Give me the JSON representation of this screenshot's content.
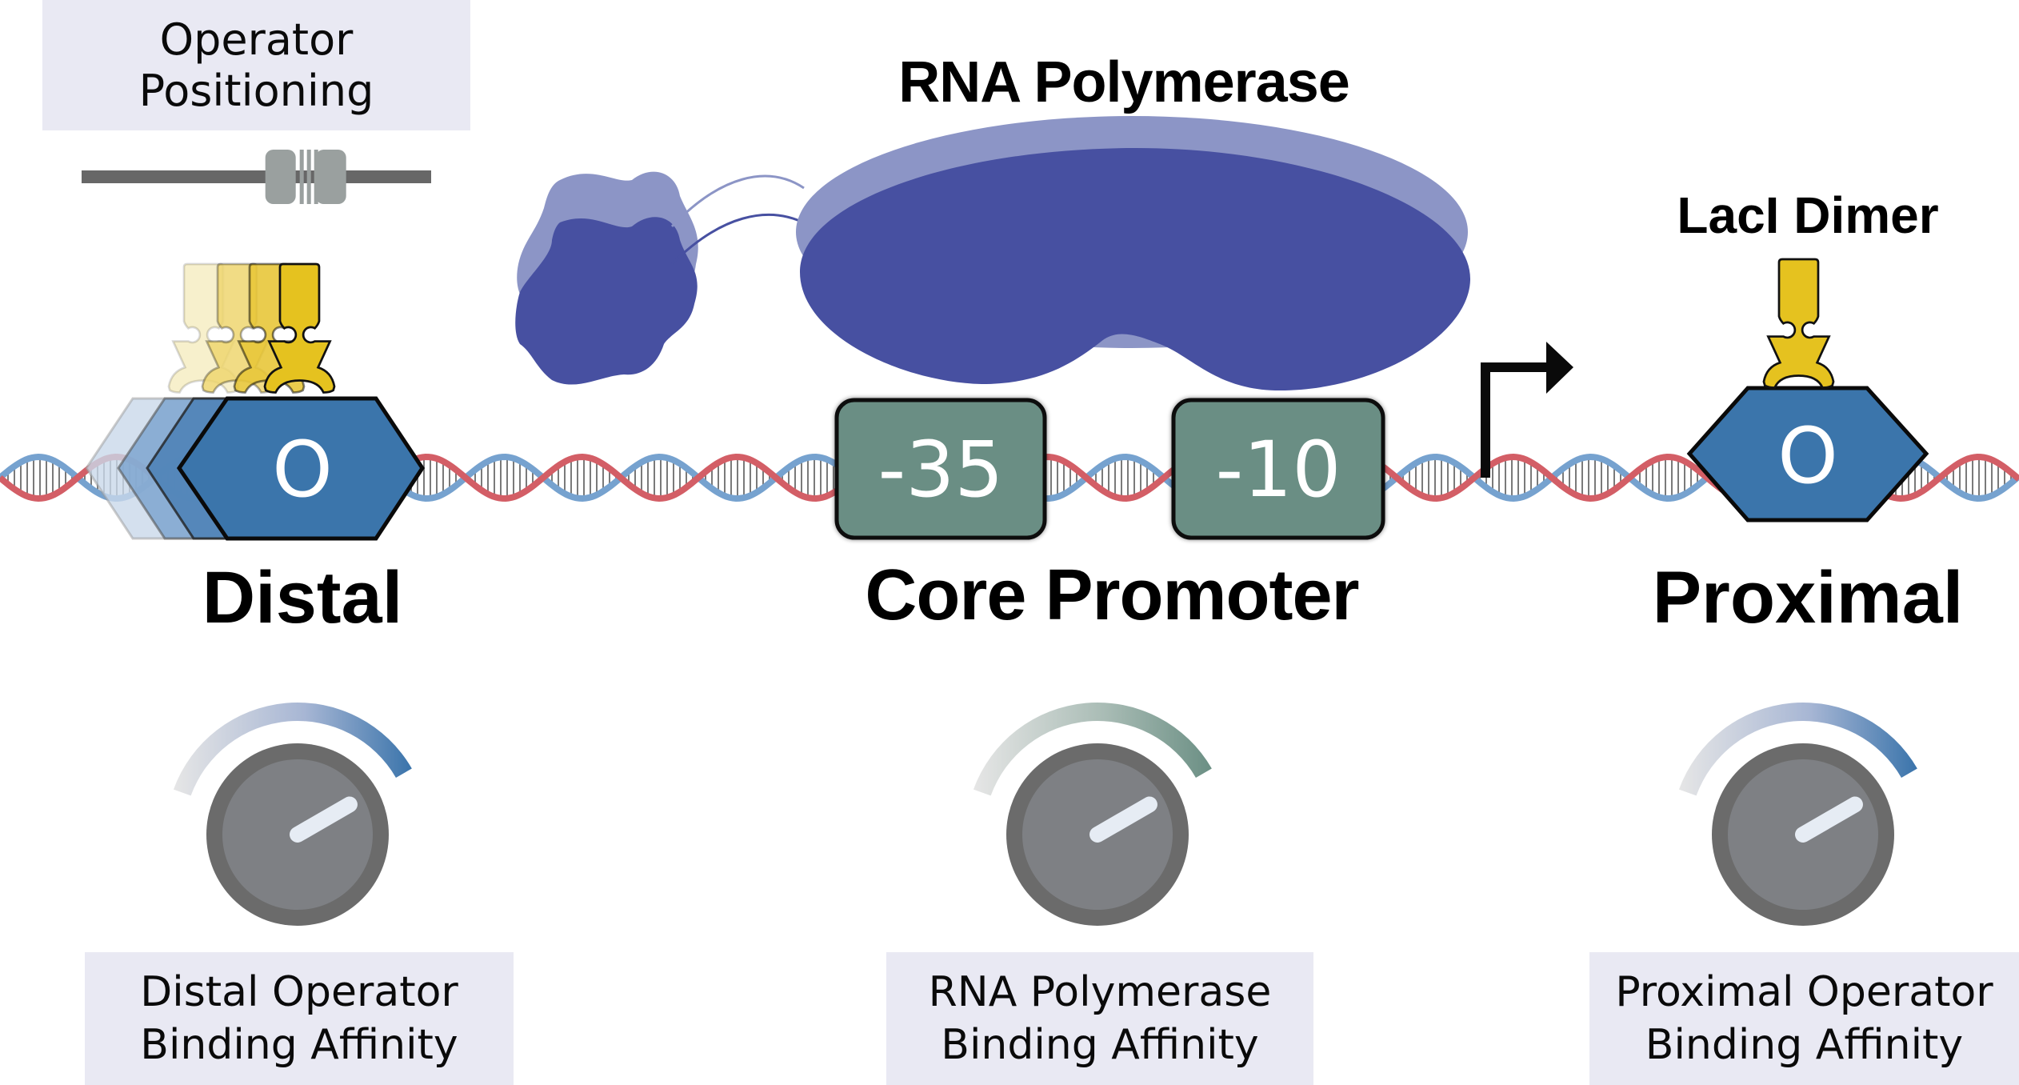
{
  "labels": {
    "operator_positioning": [
      "Operator",
      "Positioning"
    ],
    "rna_polymerase": "RNA Polymerase",
    "laci_dimer": "LacI Dimer",
    "distal": "Distal",
    "core_promoter": "Core Promoter",
    "proximal": "Proximal"
  },
  "elements": {
    "distal_operator": "O",
    "proximal_operator": "O",
    "minus35": "-35",
    "minus10": "-10"
  },
  "knobs": [
    {
      "id": "distal",
      "label": [
        "Distal Operator",
        "Binding Affinity"
      ],
      "color": "#3a74ab",
      "level": 0.75
    },
    {
      "id": "rnap",
      "label": [
        "RNA Polymerase",
        "Binding Affinity"
      ],
      "color": "#6b8f84",
      "level": 0.75
    },
    {
      "id": "proximal",
      "label": [
        "Proximal Operator",
        "Binding Affinity"
      ],
      "color": "#3a74ab",
      "level": 0.75
    }
  ],
  "operator_positioning_slider": {
    "value": 0.64
  },
  "colors": {
    "operator_fill": "#3b75ab",
    "laci_fill": "#e5c21f",
    "promoter_box": "#6b8e84",
    "polymerase": "#4750a1",
    "polymerase_shadow": "#8c95c6",
    "dna_strand_a": "#d35e66",
    "dna_strand_b": "#76a2cf",
    "label_box": "#e9e9f3"
  }
}
